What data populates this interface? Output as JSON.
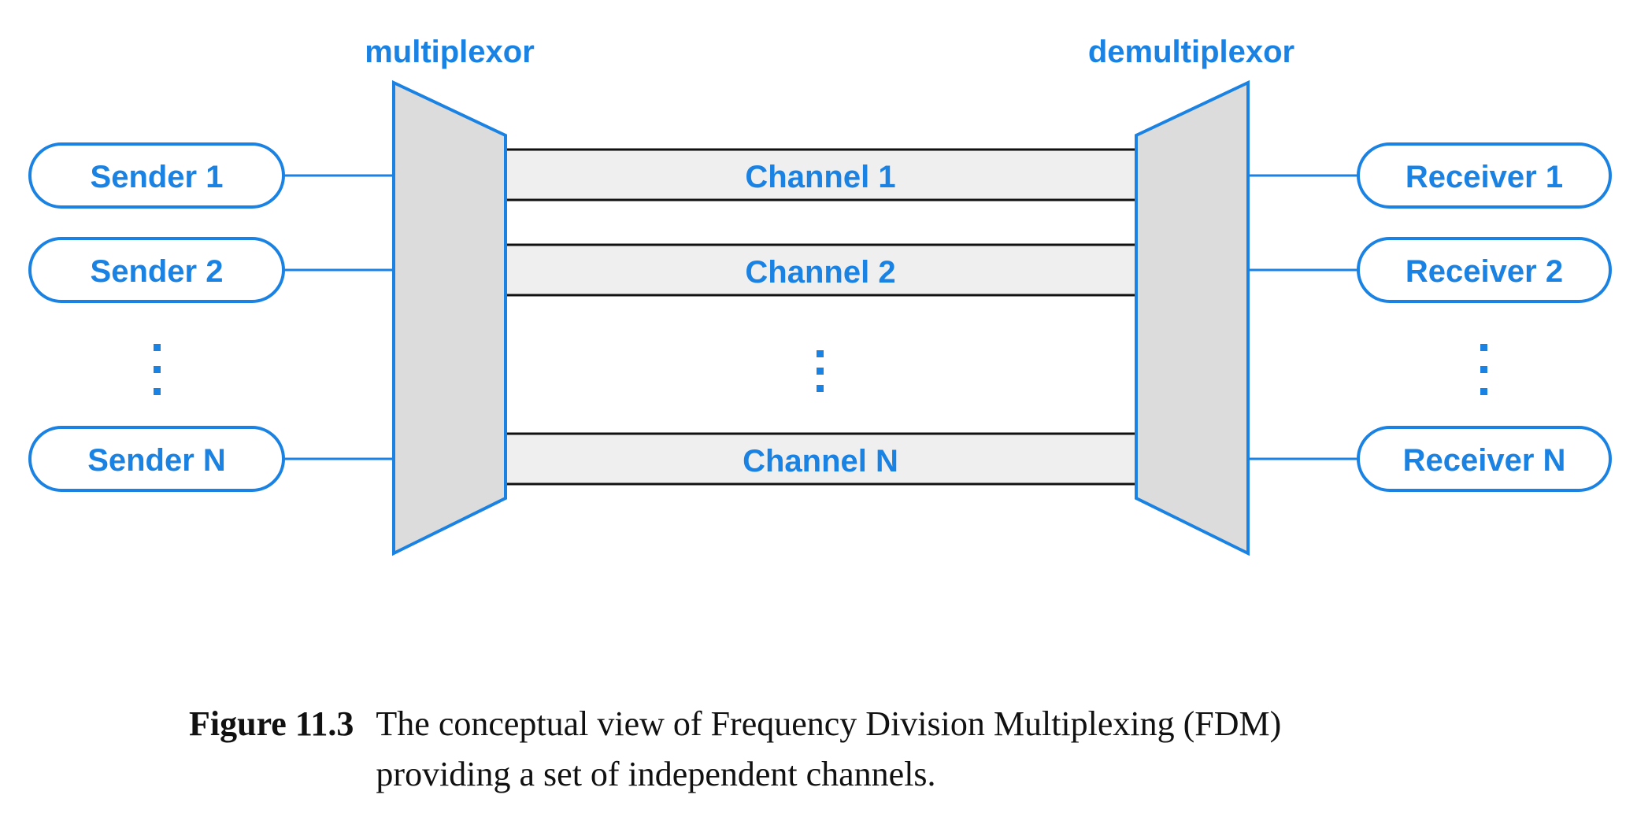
{
  "colors": {
    "accent": "#1a82e2",
    "box_fill": "#dcdcdc",
    "channel_fill": "#efefef",
    "line": "#111111"
  },
  "multiplexor": {
    "label": "multiplexor"
  },
  "demultiplexor": {
    "label": "demultiplexor"
  },
  "senders": [
    "Sender 1",
    "Sender 2",
    "Sender N"
  ],
  "receivers": [
    "Receiver 1",
    "Receiver 2",
    "Receiver N"
  ],
  "channels": [
    "Channel 1",
    "Channel 2",
    "Channel N"
  ],
  "caption": {
    "label": "Figure 11.3",
    "line1": "The conceptual view of Frequency Division Multiplexing (FDM)",
    "line2": "providing a set of independent channels."
  }
}
